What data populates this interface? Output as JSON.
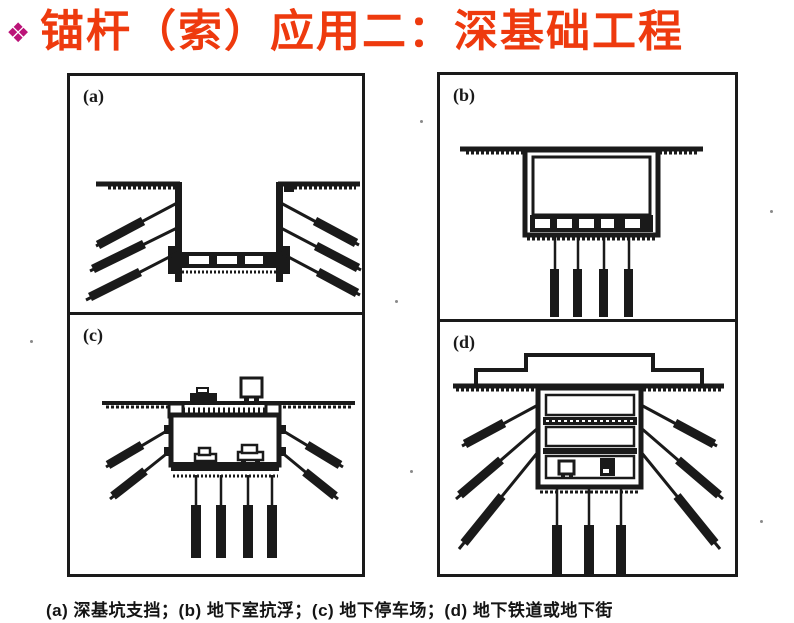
{
  "slide": {
    "bullet_glyph": "❖",
    "bullet_color": "#bb1378",
    "title": "锚杆（索）应用二：深基础工程",
    "title_color": "#ee3a0e"
  },
  "figure": {
    "panels": [
      {
        "id": "a",
        "label": "(a)",
        "description": "深基坑支挡",
        "diagram": "deep excavation pit, two retaining walls, three inclined tieback anchors each side, strutted base slab"
      },
      {
        "id": "b",
        "label": "(b)",
        "description": "地下室抗浮",
        "diagram": "buried basement box at ground surface with four vertical anti-flotation anchors below"
      },
      {
        "id": "c",
        "label": "(c)",
        "description": "地下停车场",
        "diagram": "underground parking box with cars, two inclined anchors each side and four vertical anchors below"
      },
      {
        "id": "d",
        "label": "(d)",
        "description": "地下铁道或地下街",
        "diagram": "three-storey underground railway / street box under stepped surface structure, three inclined anchors each side, three vertical anchors below"
      }
    ],
    "caption": "(a) 深基坑支挡；(b) 地下室抗浮；(c) 地下停车场；(d) 地下铁道或地下街",
    "ink_color": "#1a1a1a"
  }
}
